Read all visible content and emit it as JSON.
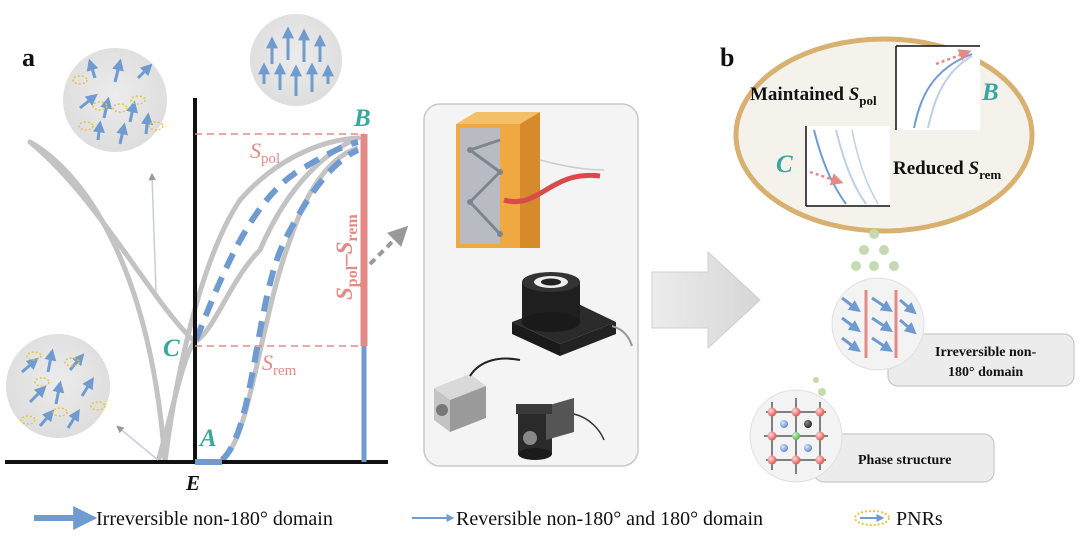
{
  "panel_a": {
    "label": "a",
    "points": {
      "A": "A",
      "B": "B",
      "C": "C",
      "E": "E"
    },
    "s_pol": {
      "base": "S",
      "sub": "pol"
    },
    "s_rem": {
      "base": "S",
      "sub": "rem"
    },
    "difference": {
      "s1": "S",
      "sub1": "pol",
      "dash": "–",
      "s2": "S",
      "sub2": "rem"
    }
  },
  "panel_b": {
    "label": "b",
    "maintained": {
      "text": "Maintained ",
      "base": "S",
      "sub": "pol"
    },
    "reduced": {
      "text": "Reduced ",
      "base": "S",
      "sub": "rem"
    },
    "point_b": "B",
    "point_c": "C",
    "irreversible_box": {
      "line1": "Irreversible non-",
      "line2": "180° domain"
    },
    "phase_box": "Phase structure"
  },
  "legend": {
    "irreversible": "Irreversible non-180° domain",
    "reversible": "Reversible non-180° and 180° domain",
    "pnrs": "PNRs"
  },
  "colors": {
    "blue": "#6f9bd1",
    "salmon": "#e48a86",
    "teal": "#3aa6a0",
    "gray_curve": "#c3c3c3",
    "orange": "#f0a840",
    "ellipse_border": "#d8b070",
    "ellipse_fill": "#f5f2ec"
  },
  "icons": [
    "arrow-field-icon",
    "pnr-icon",
    "device-icon",
    "big-right-arrow-icon"
  ]
}
